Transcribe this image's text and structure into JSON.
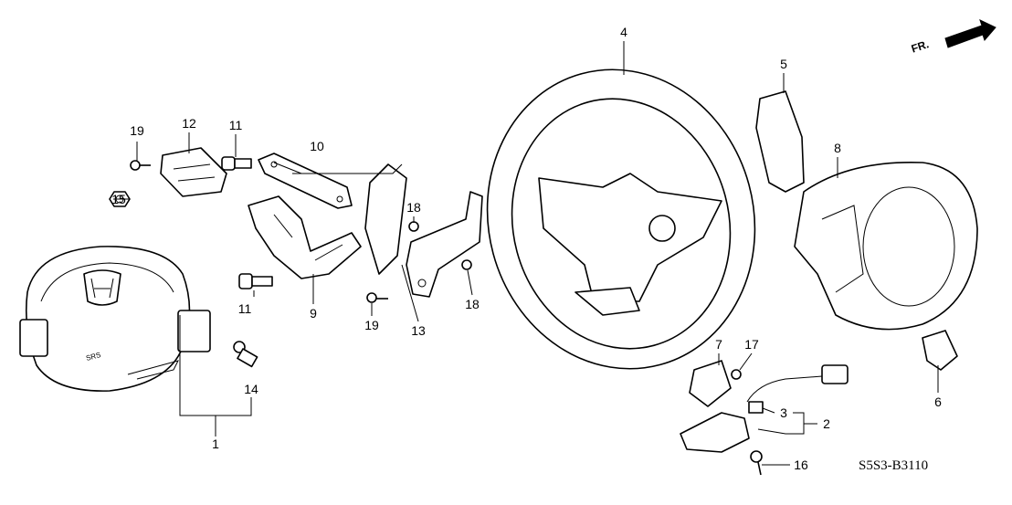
{
  "diagram": {
    "code": "S5S3-B3110",
    "direction_label": "FR.",
    "callouts": [
      {
        "id": "c19a",
        "text": "19"
      },
      {
        "id": "c12",
        "text": "12"
      },
      {
        "id": "c11a",
        "text": "11"
      },
      {
        "id": "c10",
        "text": "10"
      },
      {
        "id": "c15",
        "text": "15"
      },
      {
        "id": "c18a",
        "text": "18"
      },
      {
        "id": "c11b",
        "text": "11"
      },
      {
        "id": "c9",
        "text": "9"
      },
      {
        "id": "c19b",
        "text": "19"
      },
      {
        "id": "c13",
        "text": "13"
      },
      {
        "id": "c18b",
        "text": "18"
      },
      {
        "id": "c4",
        "text": "4"
      },
      {
        "id": "c5",
        "text": "5"
      },
      {
        "id": "c8",
        "text": "8"
      },
      {
        "id": "c14",
        "text": "14"
      },
      {
        "id": "c1",
        "text": "1"
      },
      {
        "id": "c7",
        "text": "7"
      },
      {
        "id": "c17",
        "text": "17"
      },
      {
        "id": "c3",
        "text": "3"
      },
      {
        "id": "c2",
        "text": "2"
      },
      {
        "id": "c6",
        "text": "6"
      },
      {
        "id": "c16",
        "text": "16"
      }
    ]
  }
}
